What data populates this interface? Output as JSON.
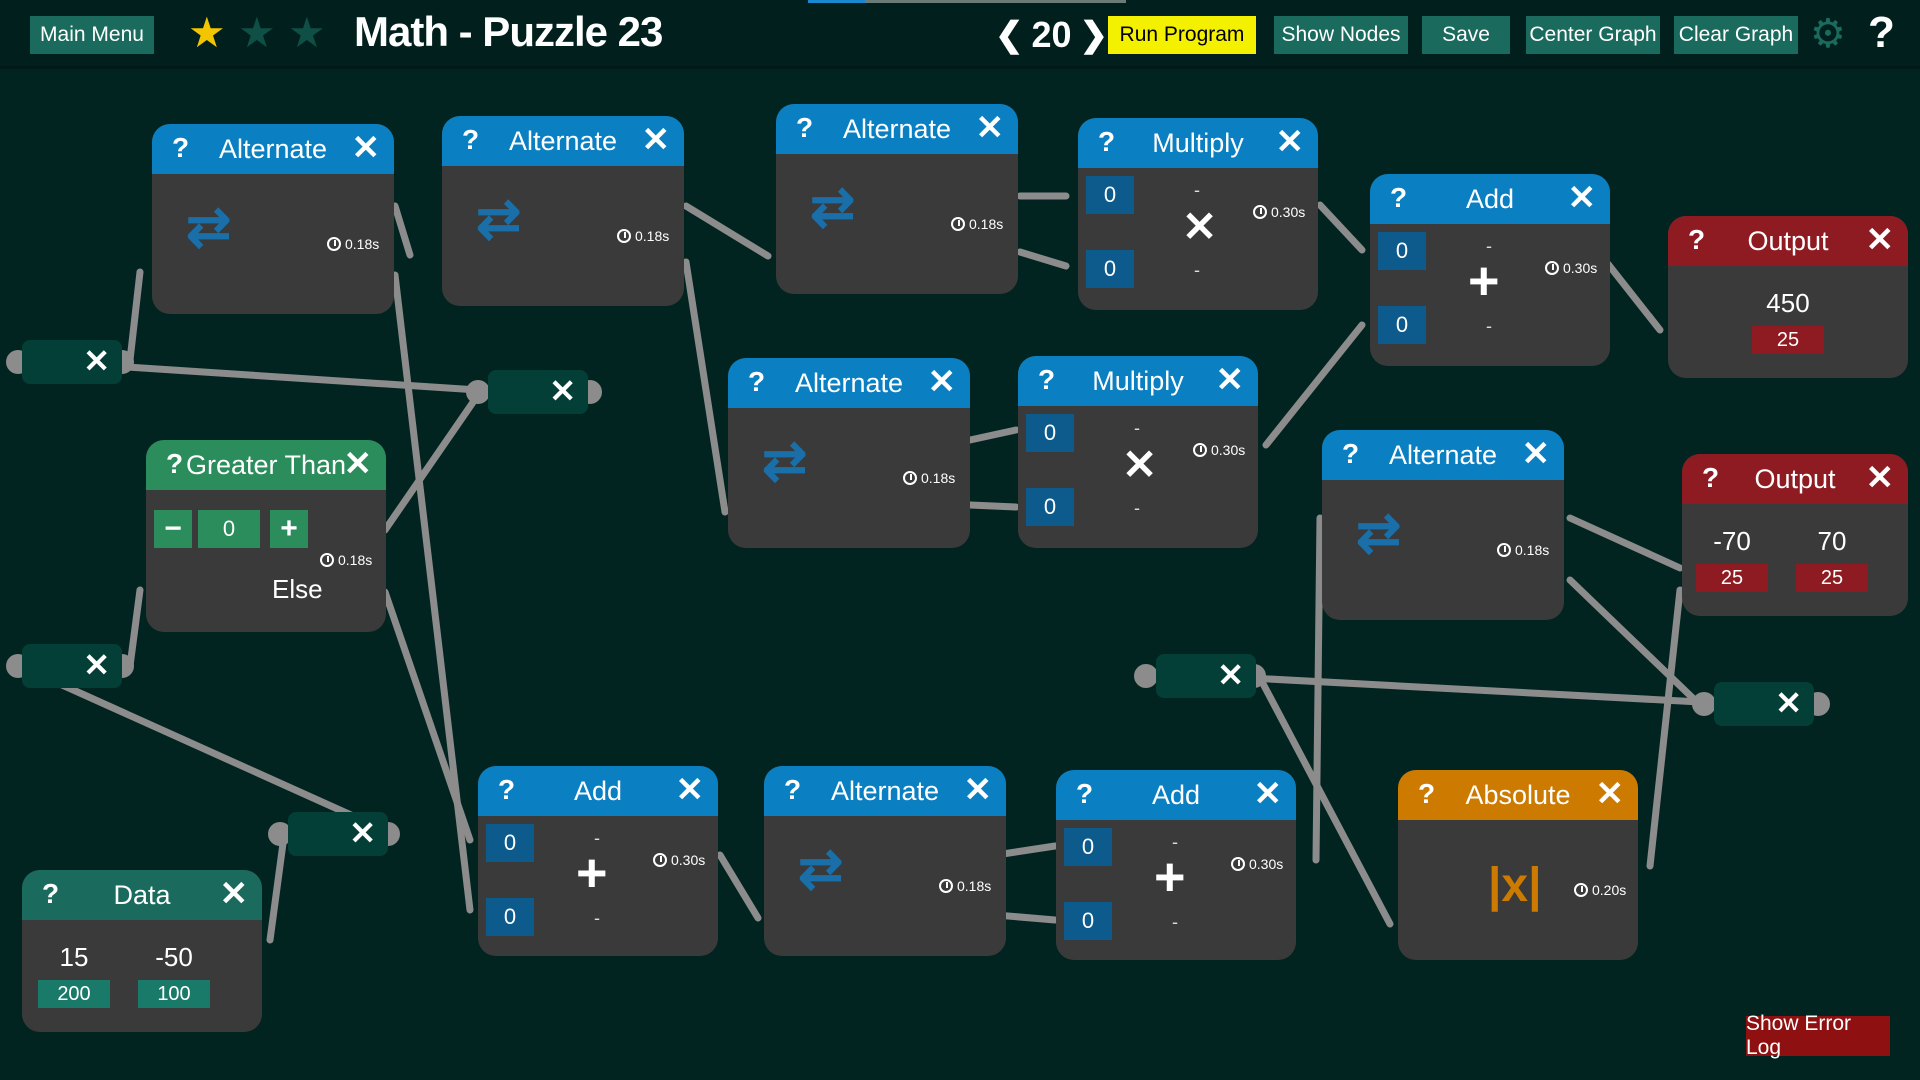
{
  "topbar": {
    "main_menu": "Main Menu",
    "title": "Math - Puzzle 23",
    "level": "20",
    "level_prev": "❮",
    "level_next": "❯",
    "run": "Run Program",
    "show_nodes": "Show Nodes",
    "save": "Save",
    "center": "Center Graph",
    "clear": "Clear Graph",
    "help": "?",
    "stars_earned": 1,
    "stars_total": 3,
    "progress": 0.18
  },
  "colors": {
    "background": "#022421",
    "node_body": "#3a3a3a",
    "alternate": "#0a7fc2",
    "greater_than": "#2b8c5c",
    "data": "#1a6b5e",
    "output": "#8f1b22",
    "absolute": "#cc7a00",
    "run_button": "#f3f000",
    "wire": "#8c8c8c",
    "star_gold": "#f3c400"
  },
  "nodes": {
    "alt1": {
      "title": "Alternate",
      "time": "0.18s"
    },
    "alt2": {
      "title": "Alternate",
      "time": "0.18s"
    },
    "alt3": {
      "title": "Alternate",
      "time": "0.18s"
    },
    "alt4": {
      "title": "Alternate",
      "time": "0.18s"
    },
    "alt5": {
      "title": "Alternate",
      "time": "0.18s"
    },
    "alt6": {
      "title": "Alternate",
      "time": "0.18s"
    },
    "mul1": {
      "title": "Multiply",
      "time": "0.30s",
      "in_a": "0",
      "in_b": "0"
    },
    "mul2": {
      "title": "Multiply",
      "time": "0.30s",
      "in_a": "0",
      "in_b": "0"
    },
    "add1": {
      "title": "Add",
      "time": "0.30s",
      "in_a": "0",
      "in_b": "0"
    },
    "add2": {
      "title": "Add",
      "time": "0.30s",
      "in_a": "0",
      "in_b": "0"
    },
    "add3": {
      "title": "Add",
      "time": "0.30s",
      "in_a": "0",
      "in_b": "0"
    },
    "gt": {
      "title": "Greater Than",
      "time": "0.18s",
      "value": "0",
      "minus": "−",
      "plus": "+",
      "else": "Else"
    },
    "abs": {
      "title": "Absolute",
      "time": "0.20s"
    },
    "data": {
      "title": "Data",
      "values": [
        "15",
        "-50"
      ],
      "counts": [
        "200",
        "100"
      ]
    },
    "out1": {
      "title": "Output",
      "values": [
        "450"
      ],
      "counts": [
        "25"
      ]
    },
    "out2": {
      "title": "Output",
      "values": [
        "-70",
        "70"
      ],
      "counts": [
        "25",
        "25"
      ]
    }
  },
  "error_log": "Show Error Log"
}
